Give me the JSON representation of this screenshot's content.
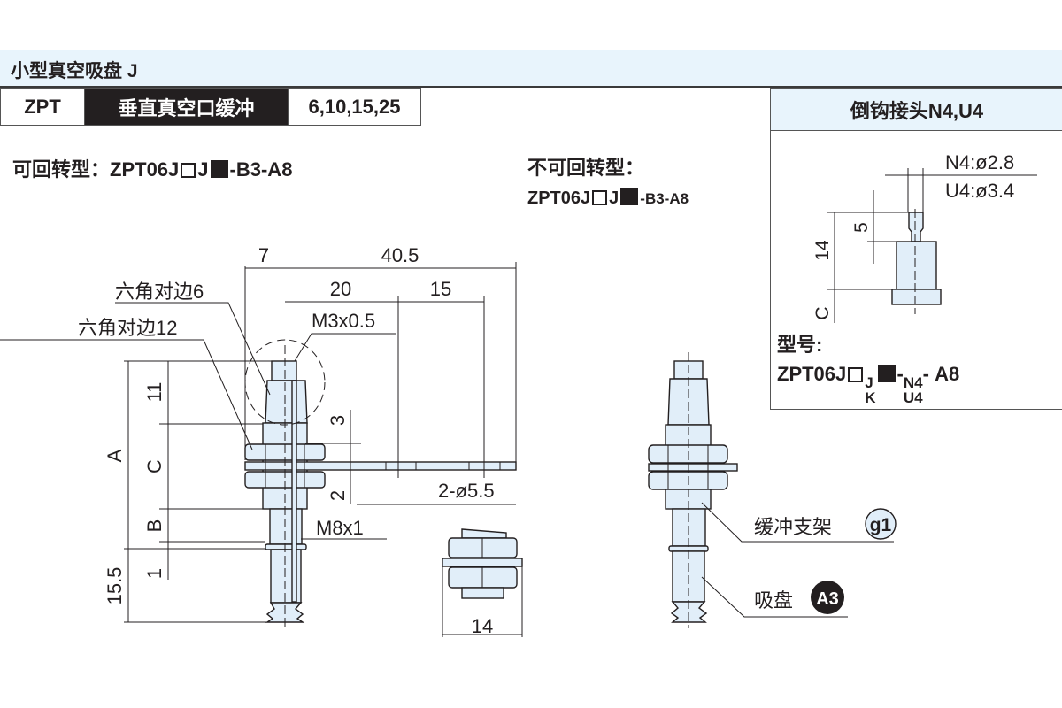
{
  "header": {
    "title": "小型真空吸盘 J"
  },
  "tags": {
    "series": "ZPT",
    "type": "垂直真空口缓冲",
    "sizes": "6,10,15,25"
  },
  "models": {
    "rotatable_label": "可回转型：",
    "rotatable_prefix": "ZPT06J",
    "rotatable_mid": "J",
    "rotatable_suffix": "-B3-A8",
    "fixed_label": "不可回转型：",
    "fixed_prefix": "ZPT06J",
    "fixed_mid": "J",
    "fixed_suffix": "-B3-A8"
  },
  "drawing": {
    "dim_7": "7",
    "dim_40_5": "40.5",
    "dim_20": "20",
    "dim_15": "15",
    "hex6": "六角对边6",
    "hex12": "六角对边12",
    "m3": "M3x0.5",
    "m8": "M8x1",
    "dim_3": "3",
    "dim_2": "2",
    "holes": "2-ø5.5",
    "dim_A": "A",
    "dim_11": "11",
    "dim_C": "C",
    "dim_B": "B",
    "dim_1": "1",
    "dim_15_5": "15.5",
    "dim_14": "14",
    "buffer_bracket": "缓冲支架",
    "buffer_badge": "g1",
    "suction_pad": "吸盘",
    "pad_badge": "A3"
  },
  "panel": {
    "title": "倒钩接头N4,U4",
    "n4": "N4:ø2.8",
    "u4": "U4:ø3.4",
    "dim_5": "5",
    "dim_14": "14",
    "dim_C": "C",
    "model_label": "型号:",
    "model_prefix": "ZPT06J",
    "opt_j": "J",
    "opt_k": "K",
    "opt_n4": "N4",
    "opt_u4": "U4",
    "model_suffix": "A8"
  }
}
